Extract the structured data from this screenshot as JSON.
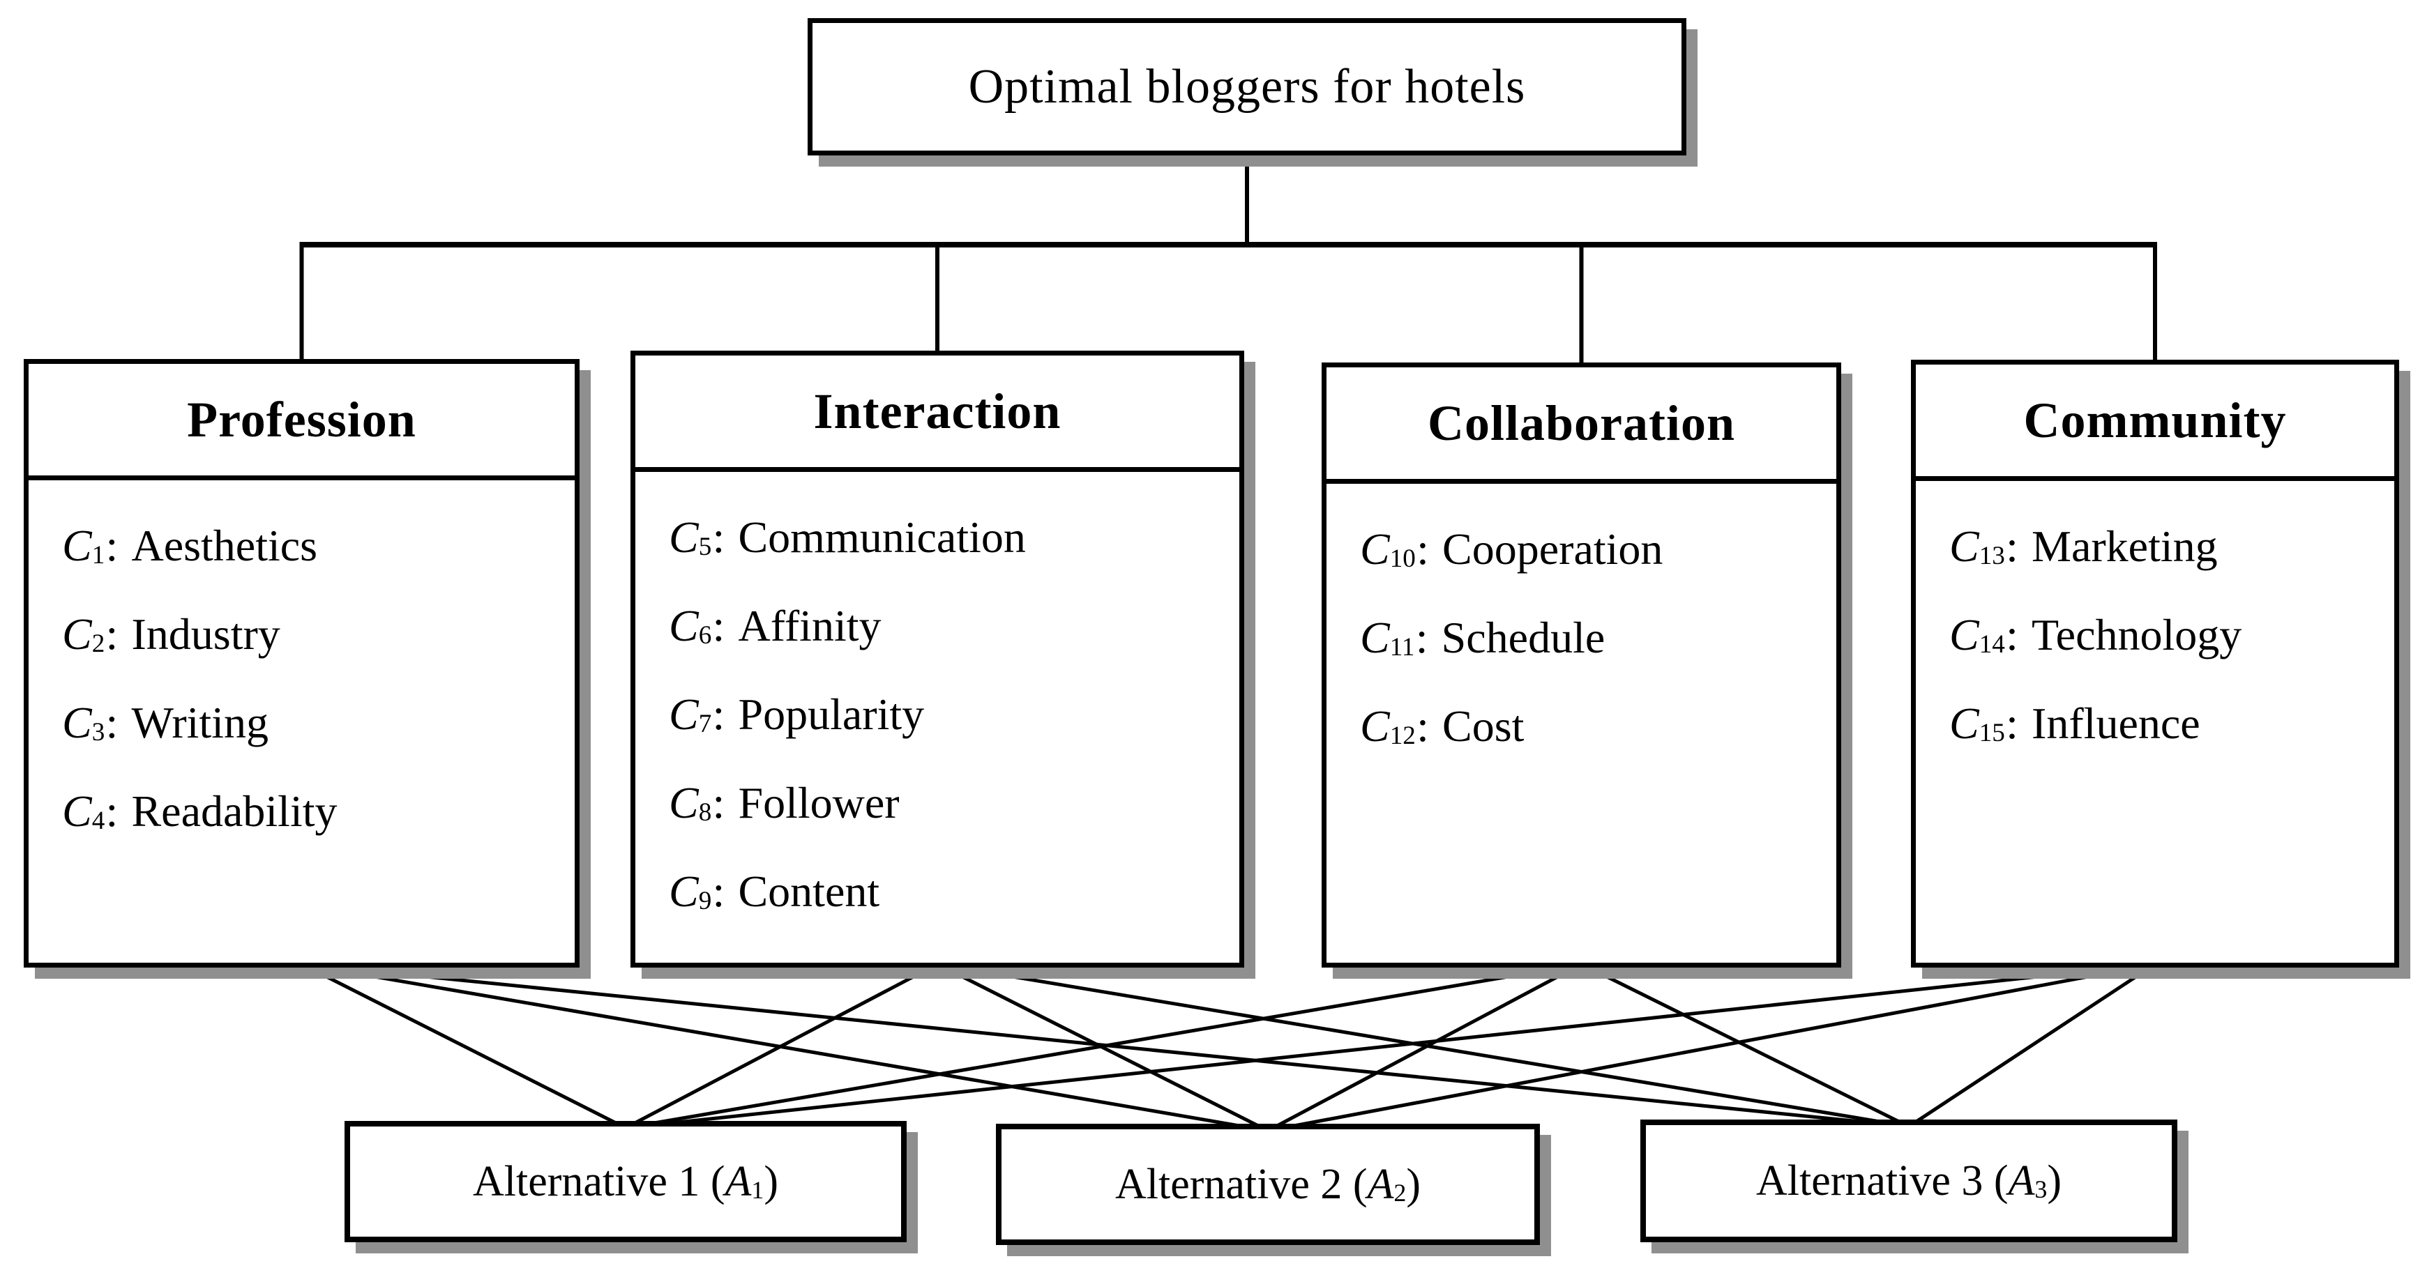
{
  "diagram": {
    "type": "hierarchy",
    "goal": {
      "id": "goal",
      "title": "Optimal bloggers for hotels"
    },
    "categories": [
      {
        "id": "profession",
        "title": "Profession",
        "criteria": [
          {
            "symbol": "C",
            "subscript": "1",
            "separator": ":",
            "name": "Aesthetics"
          },
          {
            "symbol": "C",
            "subscript": "2",
            "separator": ":",
            "name": "Industry"
          },
          {
            "symbol": "C",
            "subscript": "3",
            "separator": ":",
            "name": "Writing"
          },
          {
            "symbol": "C",
            "subscript": "4",
            "separator": ":",
            "name": "Readability"
          }
        ]
      },
      {
        "id": "interaction",
        "title": "Interaction",
        "criteria": [
          {
            "symbol": "C",
            "subscript": "5",
            "separator": ":",
            "name": "Communication"
          },
          {
            "symbol": "C",
            "subscript": "6",
            "separator": ":",
            "name": "Affinity"
          },
          {
            "symbol": "C",
            "subscript": "7",
            "separator": ":",
            "name": "Popularity"
          },
          {
            "symbol": "C",
            "subscript": "8",
            "separator": ":",
            "name": "Follower"
          },
          {
            "symbol": "C",
            "subscript": "9",
            "separator": ":",
            "name": "Content"
          }
        ]
      },
      {
        "id": "collaboration",
        "title": "Collaboration",
        "criteria": [
          {
            "symbol": "C",
            "subscript": "10",
            "separator": ":",
            "name": "Cooperation"
          },
          {
            "symbol": "C",
            "subscript": "11",
            "separator": ":",
            "name": "Schedule"
          },
          {
            "symbol": "C",
            "subscript": "12",
            "separator": ":",
            "name": "Cost"
          }
        ]
      },
      {
        "id": "community",
        "title": "Community",
        "criteria": [
          {
            "symbol": "C",
            "subscript": "13",
            "separator": ":",
            "name": "Marketing"
          },
          {
            "symbol": "C",
            "subscript": "14",
            "separator": ":",
            "name": "Technology"
          },
          {
            "symbol": "C",
            "subscript": "15",
            "separator": ":",
            "name": "Influence"
          }
        ]
      }
    ],
    "alternatives": [
      {
        "id": "a1",
        "prefix": "Alternative 1 (",
        "symbol": "A",
        "subscript": "1",
        "suffix": ")"
      },
      {
        "id": "a2",
        "prefix": "Alternative 2 (",
        "symbol": "A",
        "subscript": "2",
        "suffix": ")"
      },
      {
        "id": "a3",
        "prefix": "Alternative 3 (",
        "symbol": "A",
        "subscript": "3",
        "suffix": ")"
      }
    ],
    "links": [
      {
        "from": "profession",
        "to": "a1"
      },
      {
        "from": "profession",
        "to": "a2"
      },
      {
        "from": "profession",
        "to": "a3"
      },
      {
        "from": "interaction",
        "to": "a1"
      },
      {
        "from": "interaction",
        "to": "a2"
      },
      {
        "from": "interaction",
        "to": "a3"
      },
      {
        "from": "collaboration",
        "to": "a1"
      },
      {
        "from": "collaboration",
        "to": "a2"
      },
      {
        "from": "collaboration",
        "to": "a3"
      },
      {
        "from": "community",
        "to": "a1"
      },
      {
        "from": "community",
        "to": "a2"
      },
      {
        "from": "community",
        "to": "a3"
      }
    ]
  },
  "colors": {
    "background": "#ffffff",
    "line": "#000000",
    "border": "#000000",
    "text": "#000000",
    "shadow": "#8f8f8f"
  }
}
